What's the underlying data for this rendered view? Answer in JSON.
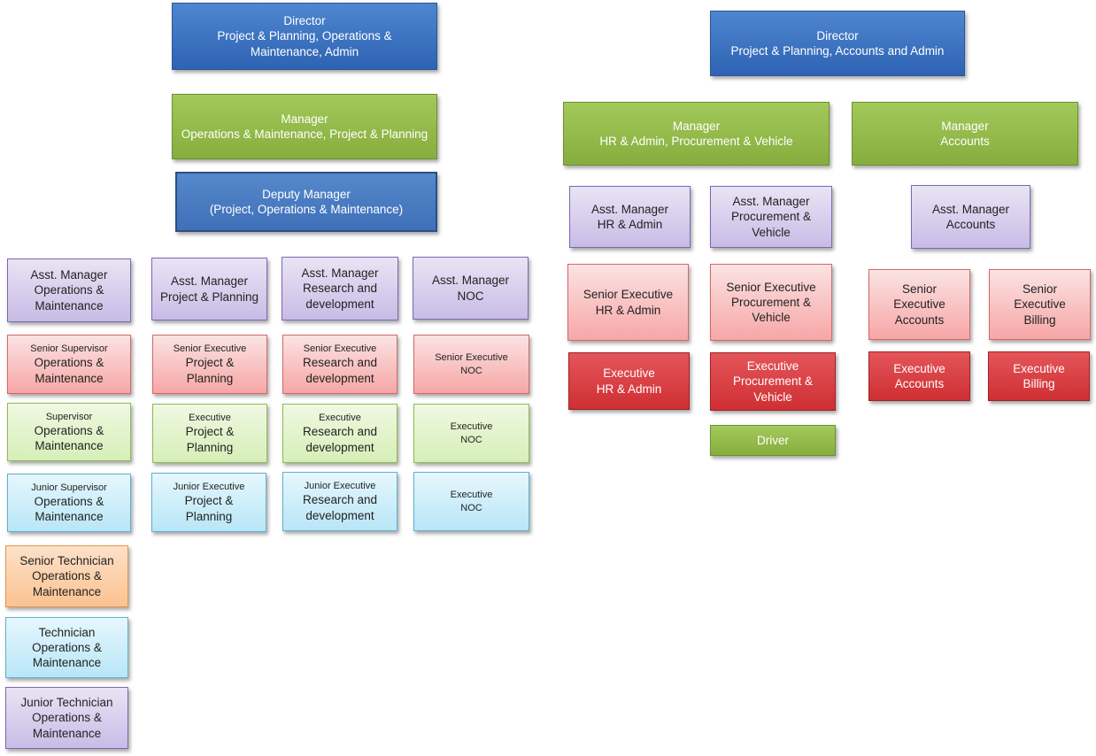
{
  "left": {
    "director": {
      "line1": "Director",
      "line2": "Project & Planning, Operations &\nMaintenance, Admin"
    },
    "manager": {
      "line1": "Manager",
      "line2": "Operations & Maintenance, Project & Planning"
    },
    "deputy": {
      "line1": "Deputy Manager",
      "line2": "(Project, Operations & Maintenance)"
    },
    "om": [
      {
        "line1": "Asst. Manager",
        "line2": "Operations &\nMaintenance"
      },
      {
        "line1": "Senior Supervisor",
        "line2": "Operations &\nMaintenance"
      },
      {
        "line1": "Supervisor",
        "line2": "Operations &\nMaintenance"
      },
      {
        "line1": "Junior Supervisor",
        "line2": "Operations &\nMaintenance"
      },
      {
        "line1": "Senior Technician",
        "line2": "Operations &\nMaintenance"
      },
      {
        "line1": "Technician",
        "line2": "Operations &\nMaintenance"
      },
      {
        "line1": "Junior Technician",
        "line2": "Operations &\nMaintenance"
      }
    ],
    "pp": [
      {
        "line1": "Asst. Manager",
        "line2": "Project & Planning"
      },
      {
        "line1": "Senior Executive",
        "line2": "Project &\nPlanning"
      },
      {
        "line1": "Executive",
        "line2": "Project &\nPlanning"
      },
      {
        "line1": "Junior Executive",
        "line2": "Project &\nPlanning"
      }
    ],
    "rd": [
      {
        "line1": "Asst. Manager",
        "line2": "Research and\ndevelopment"
      },
      {
        "line1": "Senior Executive",
        "line2": "Research and\ndevelopment"
      },
      {
        "line1": "Executive",
        "line2": "Research and\ndevelopment"
      },
      {
        "line1": "Junior Executive",
        "line2": "Research and\ndevelopment"
      }
    ],
    "noc": [
      {
        "line1": "Asst. Manager",
        "line2": "NOC"
      },
      {
        "line1": "Senior Executive",
        "line2": "NOC"
      },
      {
        "line1": "Executive",
        "line2": "NOC"
      },
      {
        "line1": "Executive",
        "line2": "NOC"
      }
    ]
  },
  "right": {
    "director": {
      "line1": "Director",
      "line2": "Project & Planning, Accounts and Admin"
    },
    "manager_hr": {
      "line1": "Manager",
      "line2": "HR & Admin, Procurement & Vehicle"
    },
    "manager_acc": {
      "line1": "Manager",
      "line2": "Accounts"
    },
    "hr": [
      {
        "line1": "Asst. Manager",
        "line2": "HR & Admin"
      },
      {
        "line1": "Senior Executive",
        "line2": "HR & Admin"
      },
      {
        "line1": "Executive",
        "line2": "HR & Admin"
      }
    ],
    "proc": [
      {
        "line1": "Asst. Manager",
        "line2": "Procurement &\nVehicle"
      },
      {
        "line1": "Senior Executive",
        "line2": "Procurement &\nVehicle"
      },
      {
        "line1": "Executive",
        "line2": "Procurement &\nVehicle"
      },
      {
        "line1": "Driver",
        "line2": ""
      }
    ],
    "acc": {
      "asst": {
        "line1": "Asst. Manager",
        "line2": "Accounts"
      },
      "sr_acc": {
        "line1": "Senior\nExecutive",
        "line2": "Accounts"
      },
      "sr_bill": {
        "line1": "Senior\nExecutive",
        "line2": "Billing"
      },
      "ex_acc": {
        "line1": "Executive",
        "line2": "Accounts"
      },
      "ex_bill": {
        "line1": "Executive",
        "line2": "Billing"
      }
    }
  }
}
